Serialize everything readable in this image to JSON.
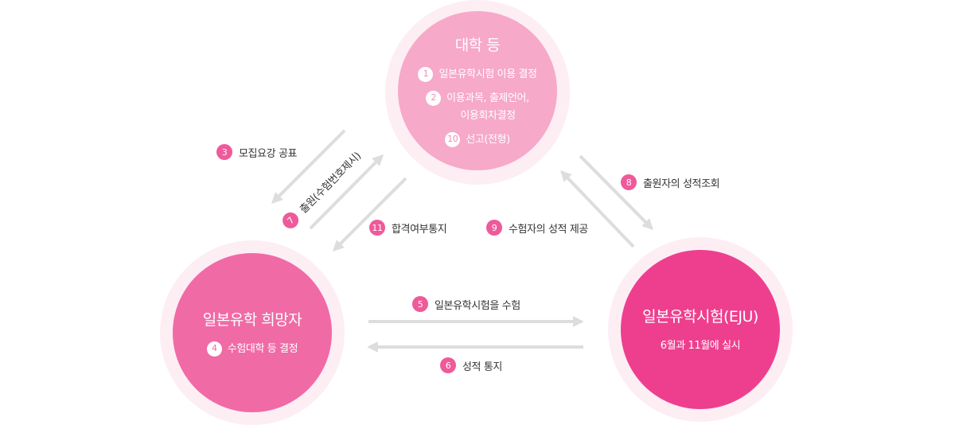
{
  "university": {
    "title": "대학 등",
    "steps": [
      {
        "num": "1",
        "text": "일본유학시험 이용 결정"
      },
      {
        "num": "2",
        "text": "이용과목, 출제언어,",
        "text2": "이용회차결정"
      },
      {
        "num": "10",
        "text": "선고(전형)"
      }
    ]
  },
  "applicant": {
    "title": "일본유학 희망자",
    "step": {
      "num": "4",
      "text": "수험대학 등 결정"
    }
  },
  "eju": {
    "title": "일본유학시험(EJU)",
    "subtitle": "6월과 11월에 실시"
  },
  "flows": {
    "f3": {
      "num": "3",
      "text": "모집요강 공표"
    },
    "f7": {
      "num": "7",
      "text": "출원(수험번호제시)"
    },
    "f11": {
      "num": "11",
      "text": "합격여부통지"
    },
    "f9": {
      "num": "9",
      "text": "수험자의 성적 제공"
    },
    "f8": {
      "num": "8",
      "text": "출원자의 성적조회"
    },
    "f5": {
      "num": "5",
      "text": "일본유학시험을 수험"
    },
    "f6": {
      "num": "6",
      "text": "성적 통지"
    }
  },
  "colors": {
    "university": "#f6a9c9",
    "applicant": "#f06aa6",
    "eju": "#ee3f8f",
    "halo": "#fdeef4",
    "arrow": "#dddddd",
    "badge": "#ee5a9a"
  }
}
